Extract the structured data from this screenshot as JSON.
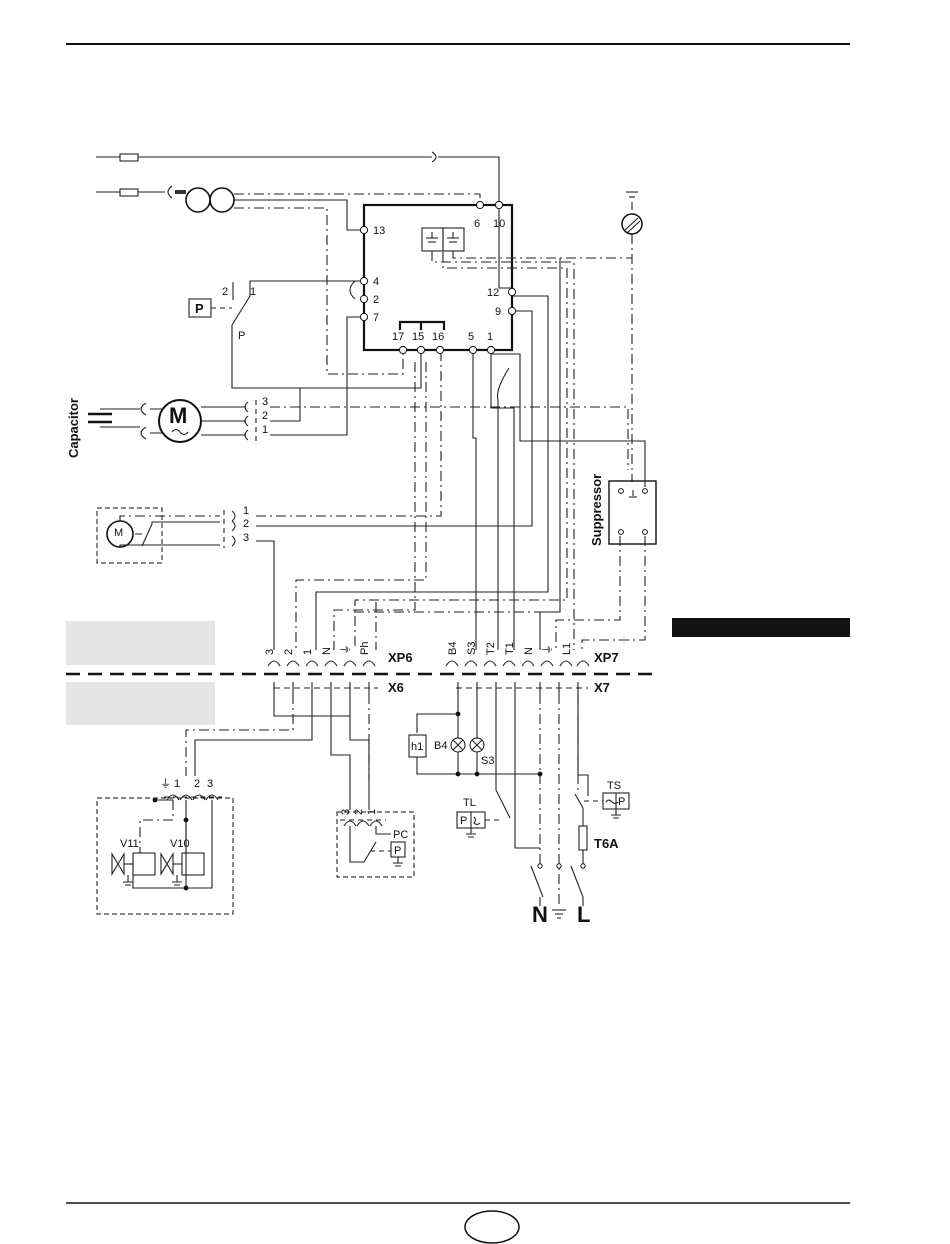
{
  "board": {
    "pins": [
      "6",
      "10",
      "13",
      "4",
      "2",
      "7",
      "12",
      "9",
      "17",
      "15",
      "16",
      "5",
      "1"
    ]
  },
  "components": {
    "capacitor": "Capacitor",
    "suppressor": "Suppressor",
    "pressure_switch": "P",
    "pressure_switch_contacts": [
      "2",
      "1"
    ],
    "pressure_switch_pole": "P",
    "motor_terminals": [
      "3",
      "2",
      "1"
    ],
    "servo_terminals": [
      "1",
      "2",
      "3"
    ],
    "motor_symbol": "M",
    "servo_symbol": "M"
  },
  "plugs": {
    "xp6_label": "XP6",
    "xp6_pins": [
      "3",
      "2",
      "1",
      "N",
      "⏚",
      "Ph"
    ],
    "x6_label": "X6",
    "xp7_label": "XP7",
    "xp7_pins": [
      "B4",
      "S3",
      "T2",
      "T1",
      "N",
      "⏚",
      "L1"
    ],
    "x7_label": "X7"
  },
  "field": {
    "h1": "h1",
    "b4": "B4",
    "s3": "S3",
    "tl": "TL",
    "ts": "TS",
    "fuse": "T6A",
    "pc": "PC",
    "valve_v11": "V11",
    "valve_v10": "V10",
    "valve_terminals": [
      "⏚",
      "1",
      "2",
      "3"
    ],
    "pc_terminals": [
      "3",
      "2",
      "1"
    ],
    "supply_n": "N",
    "supply_l": "L",
    "p_box": "P"
  }
}
